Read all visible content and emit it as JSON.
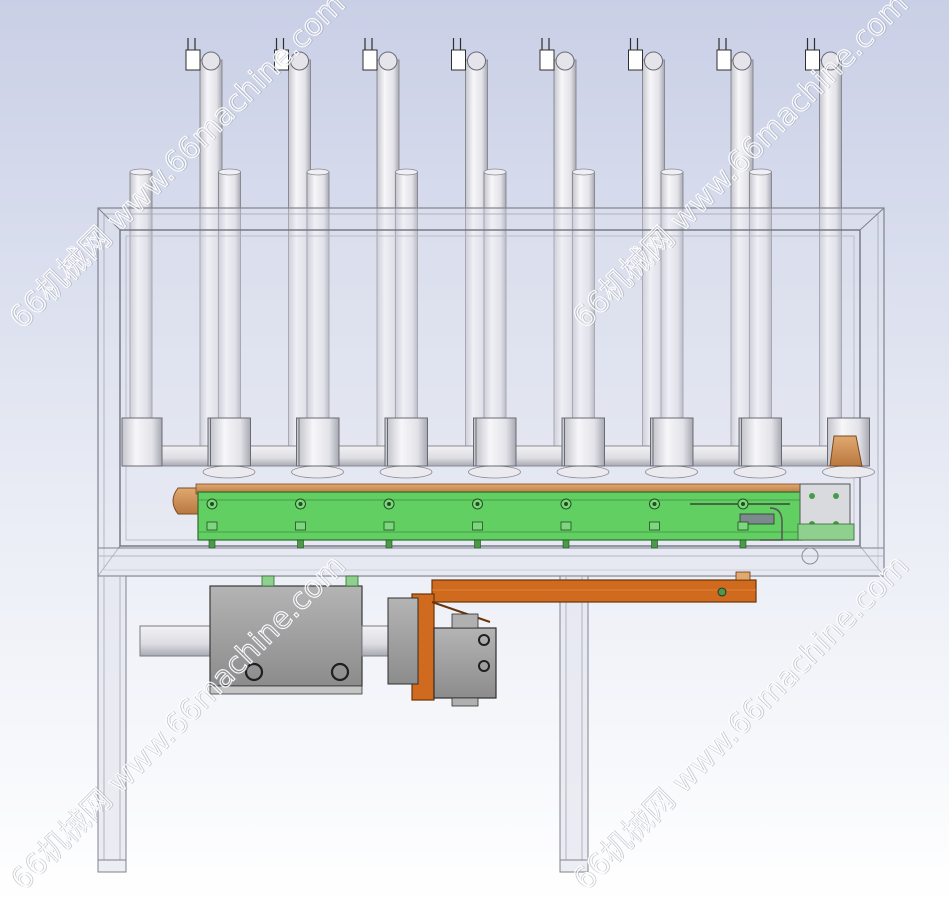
{
  "scene": {
    "description_label": "",
    "colors": {
      "bg_top": "#c9cfe6",
      "bg_bottom": "#ffffff",
      "frame": "#8a8f9a",
      "tube_light": "#f4f4f6",
      "tube_dark": "#b7b7bf",
      "green_bar": "#62cf62",
      "copper": "#c98a52",
      "orange": "#d06a1e",
      "gray_block": "#9a9a9a"
    },
    "cylinder_count": 8
  },
  "watermarks": [
    {
      "id": "wm-1",
      "text": "66机械网 www.66machine.com"
    },
    {
      "id": "wm-2",
      "text": "66机械网 www.66machine.com"
    },
    {
      "id": "wm-3",
      "text": "66机械网 www.66machine.com"
    },
    {
      "id": "wm-4",
      "text": "66机械网 www.66machine.com"
    }
  ]
}
